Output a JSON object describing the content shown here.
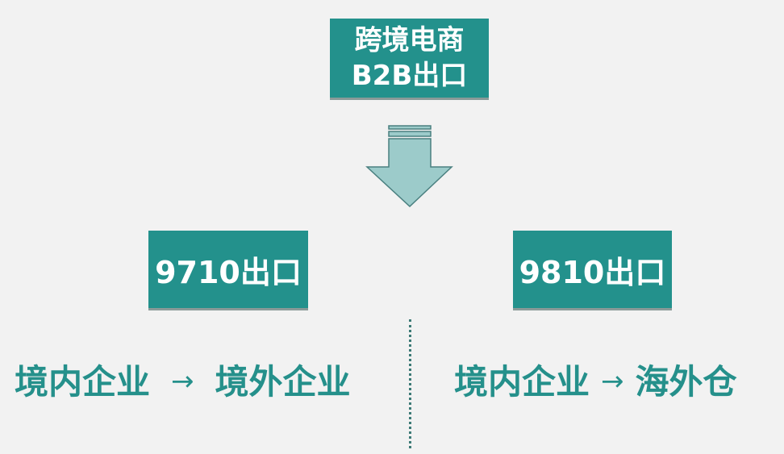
{
  "diagram": {
    "top_node": {
      "line1": "跨境电商",
      "line2": "B2B出口"
    },
    "left_node": {
      "label": "9710出口"
    },
    "right_node": {
      "label": "9810出口"
    },
    "left_flow": {
      "from": "境内企业",
      "arrow": "→",
      "to": "境外企业"
    },
    "right_flow": {
      "from": "境内企业",
      "arrow": "→",
      "to": "海外仓"
    },
    "icons": {
      "down_arrow": "down-arrow-icon",
      "divider": "dotted-divider"
    },
    "colors": {
      "background": "#f2f2f2",
      "box_fill": "#23918c",
      "box_text": "#ffffff",
      "flow_text": "#25908b",
      "arrow_fill": "#9ccbca",
      "arrow_stroke": "#4a8080",
      "divider": "#3c7a76"
    }
  }
}
